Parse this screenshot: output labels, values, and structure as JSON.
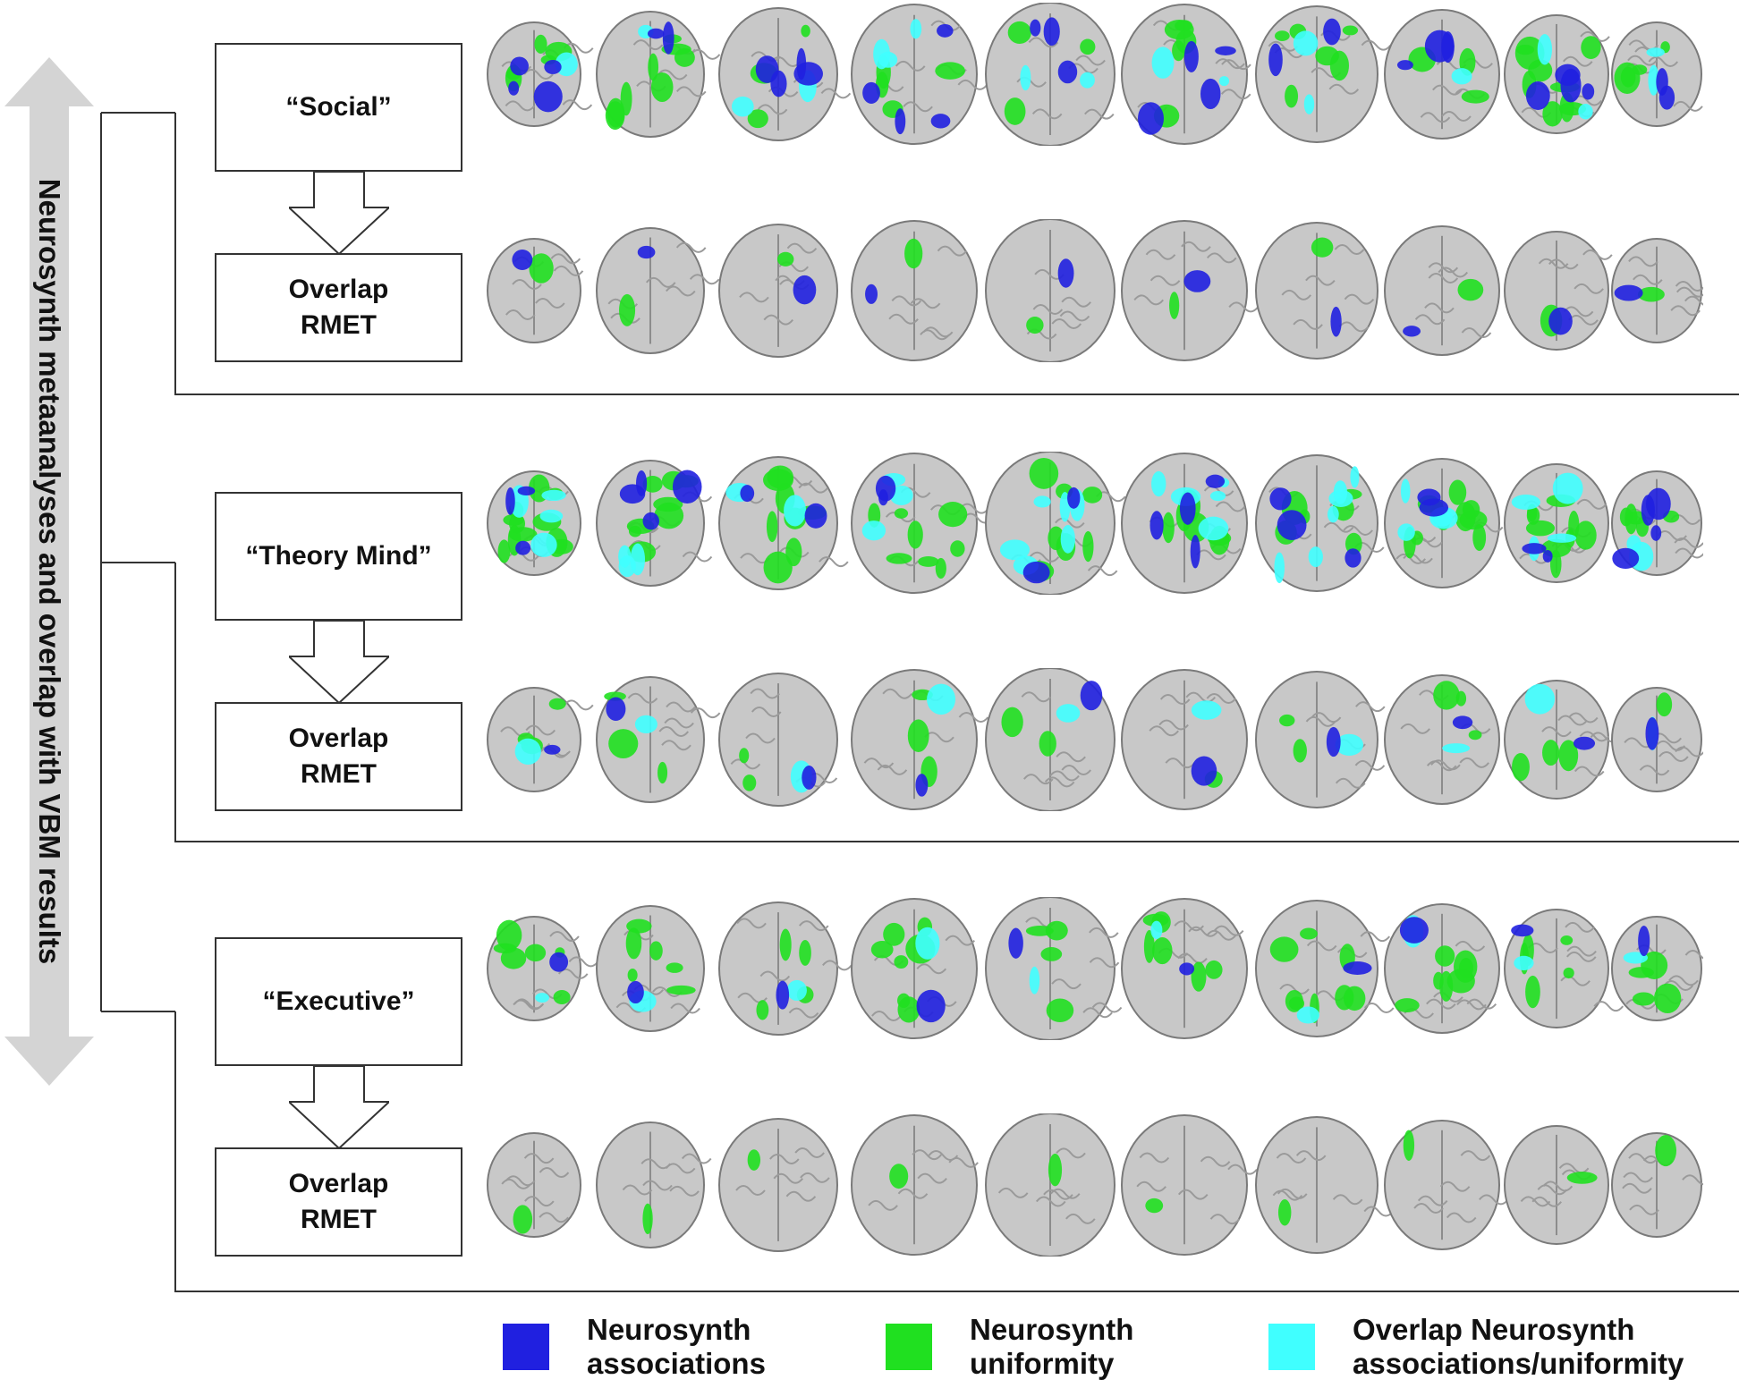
{
  "side_label": "Neurosynth metaanalyses and overlap with VBM results",
  "sections": [
    {
      "top_label": "“Social”",
      "bottom_line1": "Overlap",
      "bottom_line2": "RMET"
    },
    {
      "top_label": "“Theory Mind”",
      "bottom_line1": "Overlap",
      "bottom_line2": "RMET"
    },
    {
      "top_label": "“Executive”",
      "bottom_line1": "Overlap",
      "bottom_line2": "RMET"
    }
  ],
  "legend": [
    {
      "color": "#2020e0",
      "line1": "Neurosynth",
      "line2": "associations"
    },
    {
      "color": "#20e020",
      "line1": "Neurosynth",
      "line2": "uniformity"
    },
    {
      "color": "#40ffff",
      "line1": "Overlap Neurosynth",
      "line2": "associations/uniformity"
    }
  ],
  "colors": {
    "associations": "#2020e0",
    "uniformity": "#20e020",
    "overlap": "#40ffff",
    "brain_fill": "#c8c8c8",
    "brain_edge": "#7a7a7a"
  }
}
